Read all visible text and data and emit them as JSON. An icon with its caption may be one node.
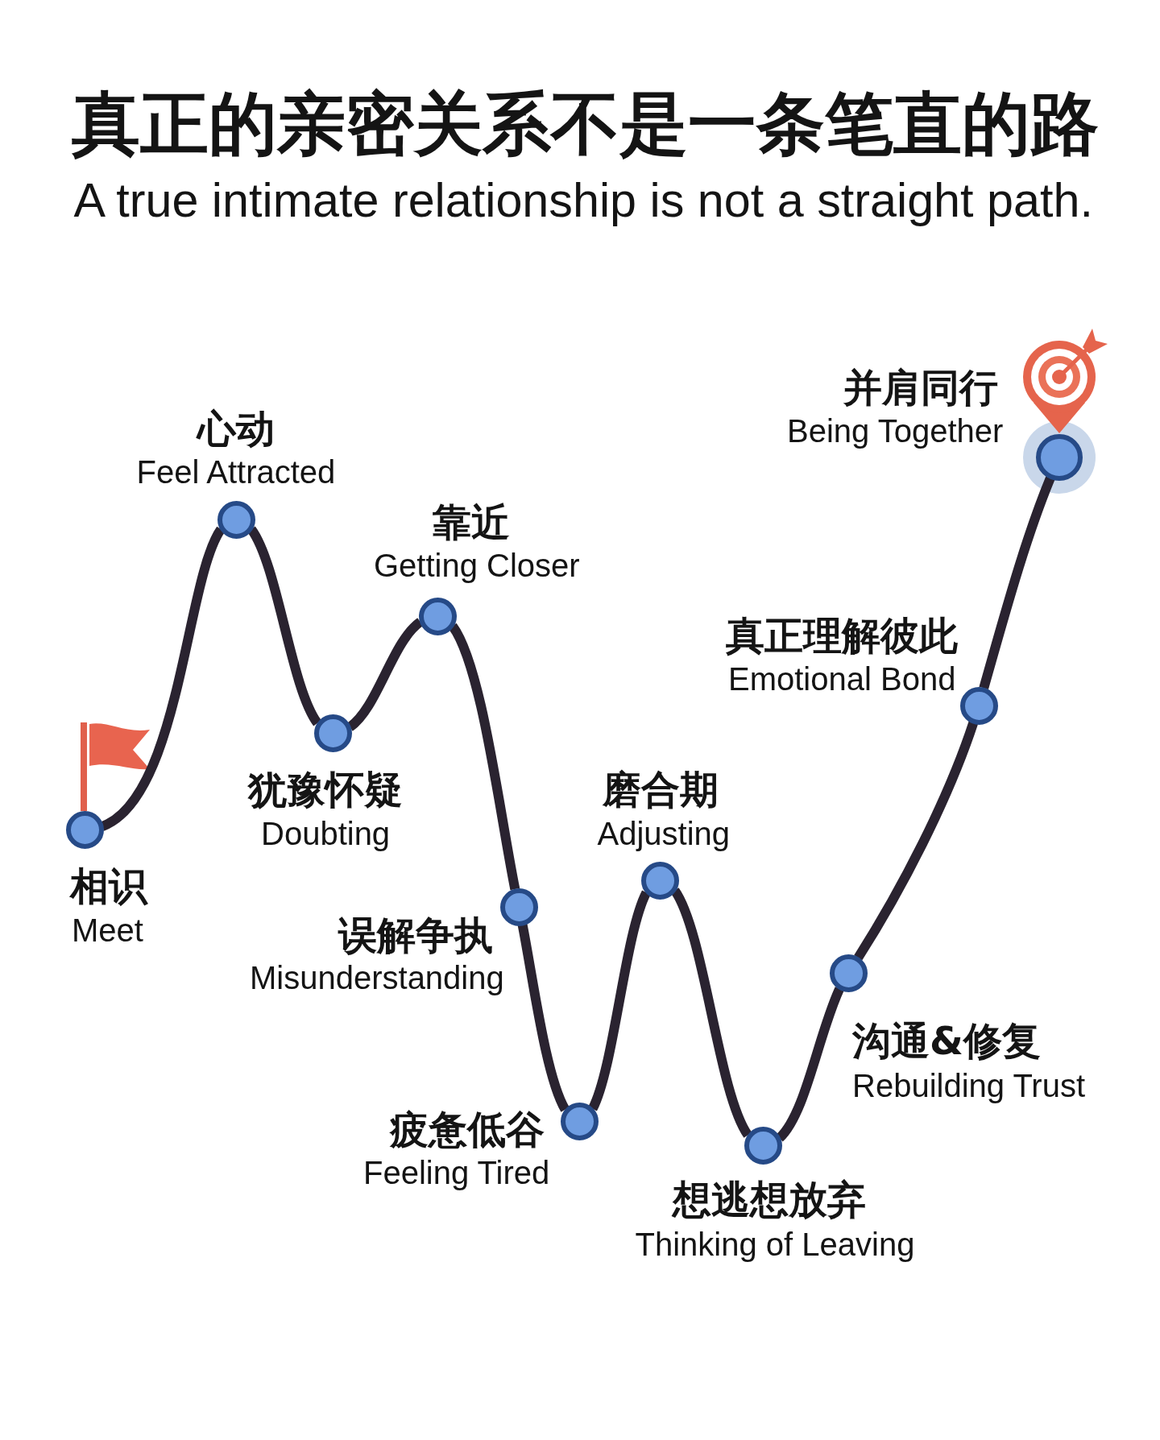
{
  "diagram": {
    "title": "真正的亲密关系不是一条笔直的路",
    "nodes": [
      {
        "text": [],
        "shape": "circle",
        "beside": [
          "相识",
          "Meet"
        ]
      },
      {
        "text": [],
        "shape": "circle",
        "beside": [
          "心动",
          "Feel Attracted"
        ]
      },
      {
        "text": [],
        "shape": "circle",
        "beside": [
          "犹豫怀疑",
          "Doubting"
        ]
      },
      {
        "text": [],
        "shape": "circle",
        "beside": [
          "靠近",
          "Getting Closer"
        ]
      },
      {
        "text": [],
        "shape": "circle",
        "beside": [
          "误解争执",
          "Misunderstanding"
        ]
      },
      {
        "text": [],
        "shape": "circle",
        "beside": [
          "疲惫低谷",
          "Feeling Tired"
        ]
      },
      {
        "text": [],
        "shape": "circle",
        "beside": [
          "磨合期",
          "Adjusting"
        ]
      },
      {
        "text": [],
        "shape": "circle",
        "beside": [
          "想逃想放弃",
          "Thinking of Leaving"
        ]
      },
      {
        "text": [],
        "shape": "circle",
        "beside": [
          "沟通&修复",
          "Rebuilding Trust"
        ]
      },
      {
        "text": [],
        "shape": "circle",
        "beside": [
          "真正理解彼此",
          "Emotional Bond"
        ]
      },
      {
        "text": [],
        "shape": "circle",
        "beside": [
          "并肩同行",
          "Being Together"
        ]
      }
    ],
    "edges": [
      {
        "from": 0,
        "to": 1,
        "arrow": "none"
      },
      {
        "from": 1,
        "to": 2,
        "arrow": "none"
      },
      {
        "from": 2,
        "to": 3,
        "arrow": "none"
      },
      {
        "from": 3,
        "to": 4,
        "arrow": "none"
      },
      {
        "from": 4,
        "to": 5,
        "arrow": "none"
      },
      {
        "from": 5,
        "to": 6,
        "arrow": "none"
      },
      {
        "from": 6,
        "to": 7,
        "arrow": "none"
      },
      {
        "from": 7,
        "to": 8,
        "arrow": "none"
      },
      {
        "from": 8,
        "to": 9,
        "arrow": "none"
      },
      {
        "from": 9,
        "to": 10,
        "arrow": "none"
      }
    ],
    "labels": [
      "A true intimate relationship is not a straight path."
    ]
  }
}
